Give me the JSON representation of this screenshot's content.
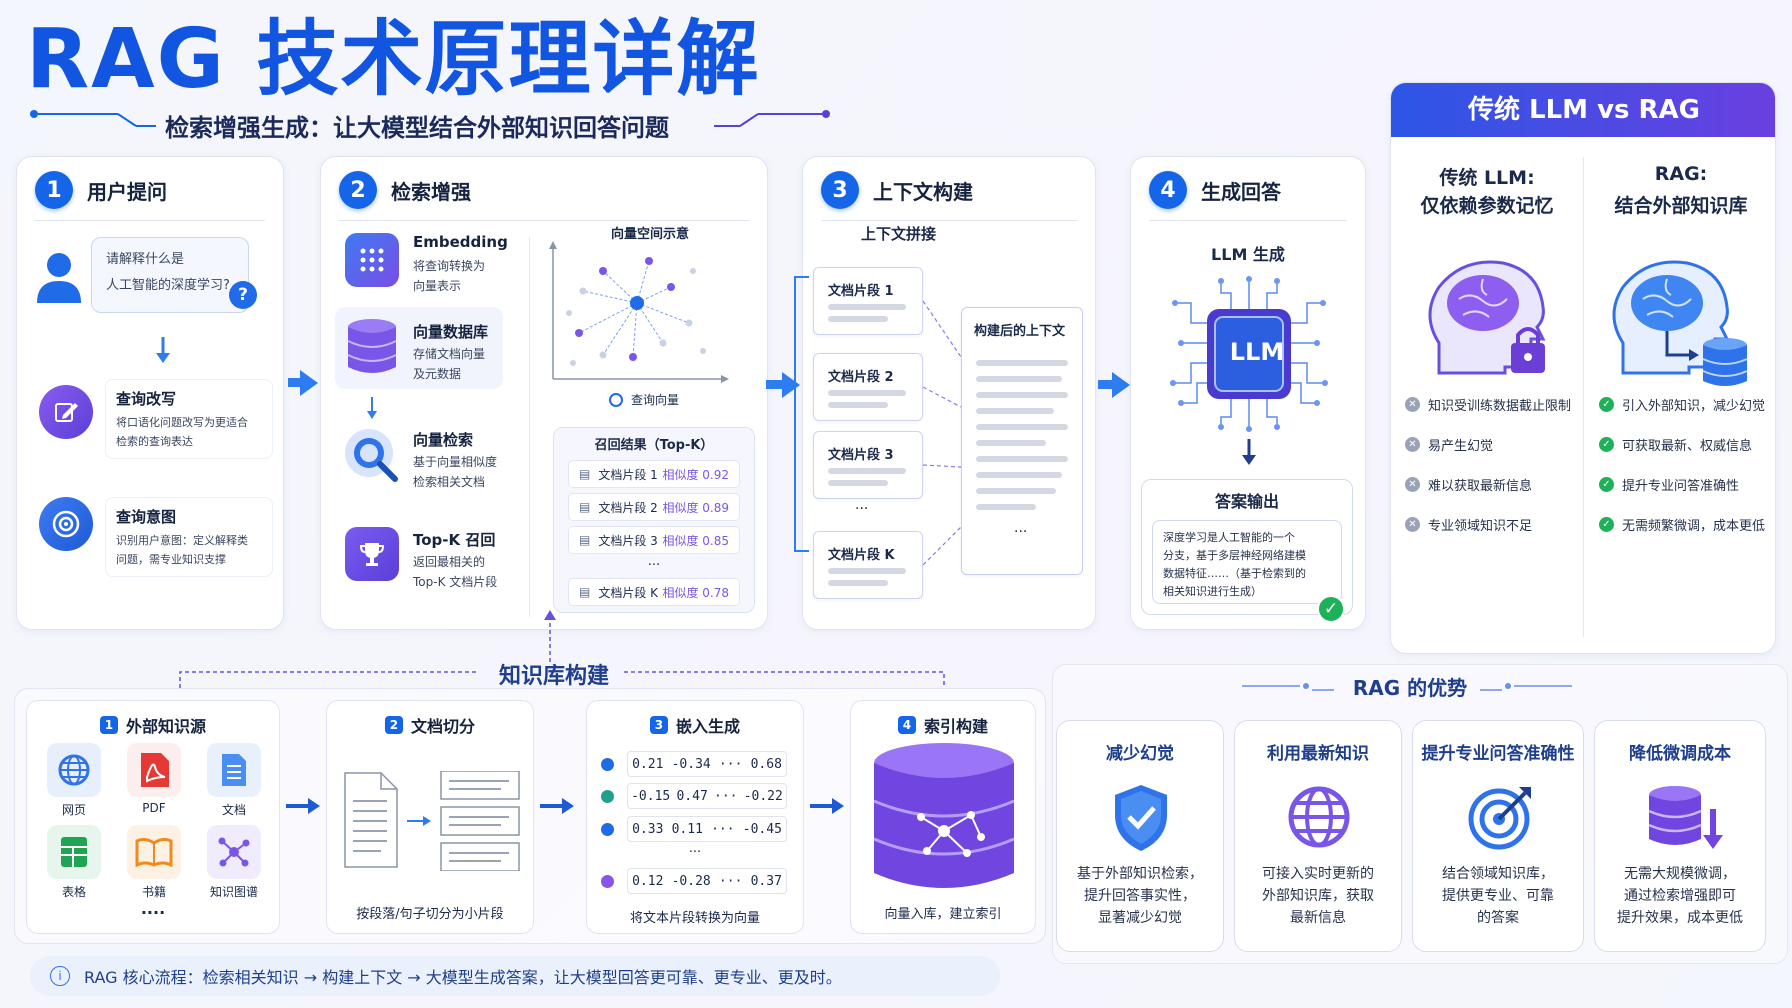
{
  "header": {
    "title": "RAG 技术原理详解",
    "subtitle": "检索增强生成：让大模型结合外部知识回答问题"
  },
  "step1": {
    "num": "1",
    "title": "用户提问",
    "question_line1": "请解释什么是",
    "question_line2": "人工智能的深度学习?",
    "rewrite_title": "查询改写",
    "rewrite_desc1": "将口语化问题改写为更适合",
    "rewrite_desc2": "检索的查询表达",
    "intent_title": "查询意图",
    "intent_desc1": "识别用户意图：定义解释类",
    "intent_desc2": "问题，需专业知识支撑"
  },
  "step2": {
    "num": "2",
    "title": "检索增强",
    "embedding_title": "Embedding",
    "embedding_desc1": "将查询转换为",
    "embedding_desc2": "向量表示",
    "vdb_title": "向量数据库",
    "vdb_desc1": "存储文档向量",
    "vdb_desc2": "及元数据",
    "vsearch_title": "向量检索",
    "vsearch_desc1": "基于向量相似度",
    "vsearch_desc2": "检索相关文档",
    "topk_title": "Top-K 召回",
    "topk_desc1": "返回最相关的",
    "topk_desc2": "Top-K 文档片段",
    "space_title": "向量空间示意",
    "query_vec_label": "查询向量",
    "results_title": "召回结果（Top-K）",
    "results": [
      {
        "name": "文档片段 1",
        "sim": "相似度 0.92"
      },
      {
        "name": "文档片段 2",
        "sim": "相似度 0.89"
      },
      {
        "name": "文档片段 3",
        "sim": "相似度 0.85"
      },
      {
        "name": "文档片段 K",
        "sim": "相似度 0.78"
      }
    ],
    "ellipsis": "..."
  },
  "step3": {
    "num": "3",
    "title": "上下文构建",
    "concat_label": "上下文拼接",
    "docs": [
      "文档片段 1",
      "文档片段 2",
      "文档片段 3",
      "文档片段 K"
    ],
    "ellipsis": "...",
    "built_label": "构建后的上下文"
  },
  "step4": {
    "num": "4",
    "title": "生成回答",
    "llm_gen": "LLM 生成",
    "chip_label": "LLM",
    "answer_title": "答案输出",
    "answer_lines": [
      "深度学习是人工智能的一个",
      "分支，基于多层神经网络建模",
      "数据特征……（基于检索到的",
      "相关知识进行生成）"
    ]
  },
  "compare": {
    "header": "传统 LLM vs RAG",
    "llm_title1": "传统 LLM:",
    "llm_title2": "仅依赖参数记忆",
    "rag_title1": "RAG:",
    "rag_title2": "结合外部知识库",
    "llm_items": [
      "知识受训练数据截止限制",
      "易产生幻觉",
      "难以获取最新信息",
      "专业领域知识不足"
    ],
    "rag_items": [
      "引入外部知识，减少幻觉",
      "可获取最新、权威信息",
      "提升专业问答准确性",
      "无需频繁微调，成本更低"
    ]
  },
  "kb": {
    "title": "知识库构建",
    "sources_title": "外部知识源",
    "sources": [
      "网页",
      "PDF",
      "文档",
      "表格",
      "书籍",
      "知识图谱"
    ],
    "more": "....",
    "chunk_title": "文档切分",
    "chunk_desc": "按段落/句子切分为小片段",
    "embed_title": "嵌入生成",
    "embed_desc": "将文本片段转换为向量",
    "vectors": [
      [
        "0.21",
        "-0.34",
        "···",
        "0.68"
      ],
      [
        "-0.15",
        "0.47",
        "···",
        "-0.22"
      ],
      [
        "0.33",
        "0.11",
        "···",
        "-0.45"
      ],
      [
        "0.12",
        "-0.28",
        "···",
        "0.37"
      ]
    ],
    "vec_colors": [
      "#1e6ae8",
      "#1fa08a",
      "#1e6ae8",
      "#8a55e6"
    ],
    "index_title": "索引构建",
    "index_desc": "向量入库，建立索引",
    "nums": [
      "1",
      "2",
      "3",
      "4"
    ]
  },
  "advantages": {
    "title": "RAG 的优势",
    "items": [
      {
        "title": "减少幻觉",
        "lines": [
          "基于外部知识检索，",
          "提升回答事实性，",
          "显著减少幻觉"
        ],
        "icon": "shield-check-icon"
      },
      {
        "title": "利用最新知识",
        "lines": [
          "可接入实时更新的",
          "外部知识库，获取",
          "最新信息"
        ],
        "icon": "globe-icon"
      },
      {
        "title": "提升专业问答准确性",
        "lines": [
          "结合领域知识库，",
          "提供更专业、可靠",
          "的答案"
        ],
        "icon": "target-icon"
      },
      {
        "title": "降低微调成本",
        "lines": [
          "无需大规模微调，",
          "通过检索增强即可",
          "提升效果，成本更低"
        ],
        "icon": "database-down-icon"
      }
    ]
  },
  "footer": {
    "info_icon": "i",
    "text": "RAG 核心流程：检索相关知识 → 构建上下文 → 大模型生成答案，让大模型回答更可靠、更专业、更及时。"
  },
  "colors": {
    "primary": "#1565e8",
    "purple": "#7a4de6",
    "green": "#1fb15a",
    "gray": "#9aa3b5"
  }
}
